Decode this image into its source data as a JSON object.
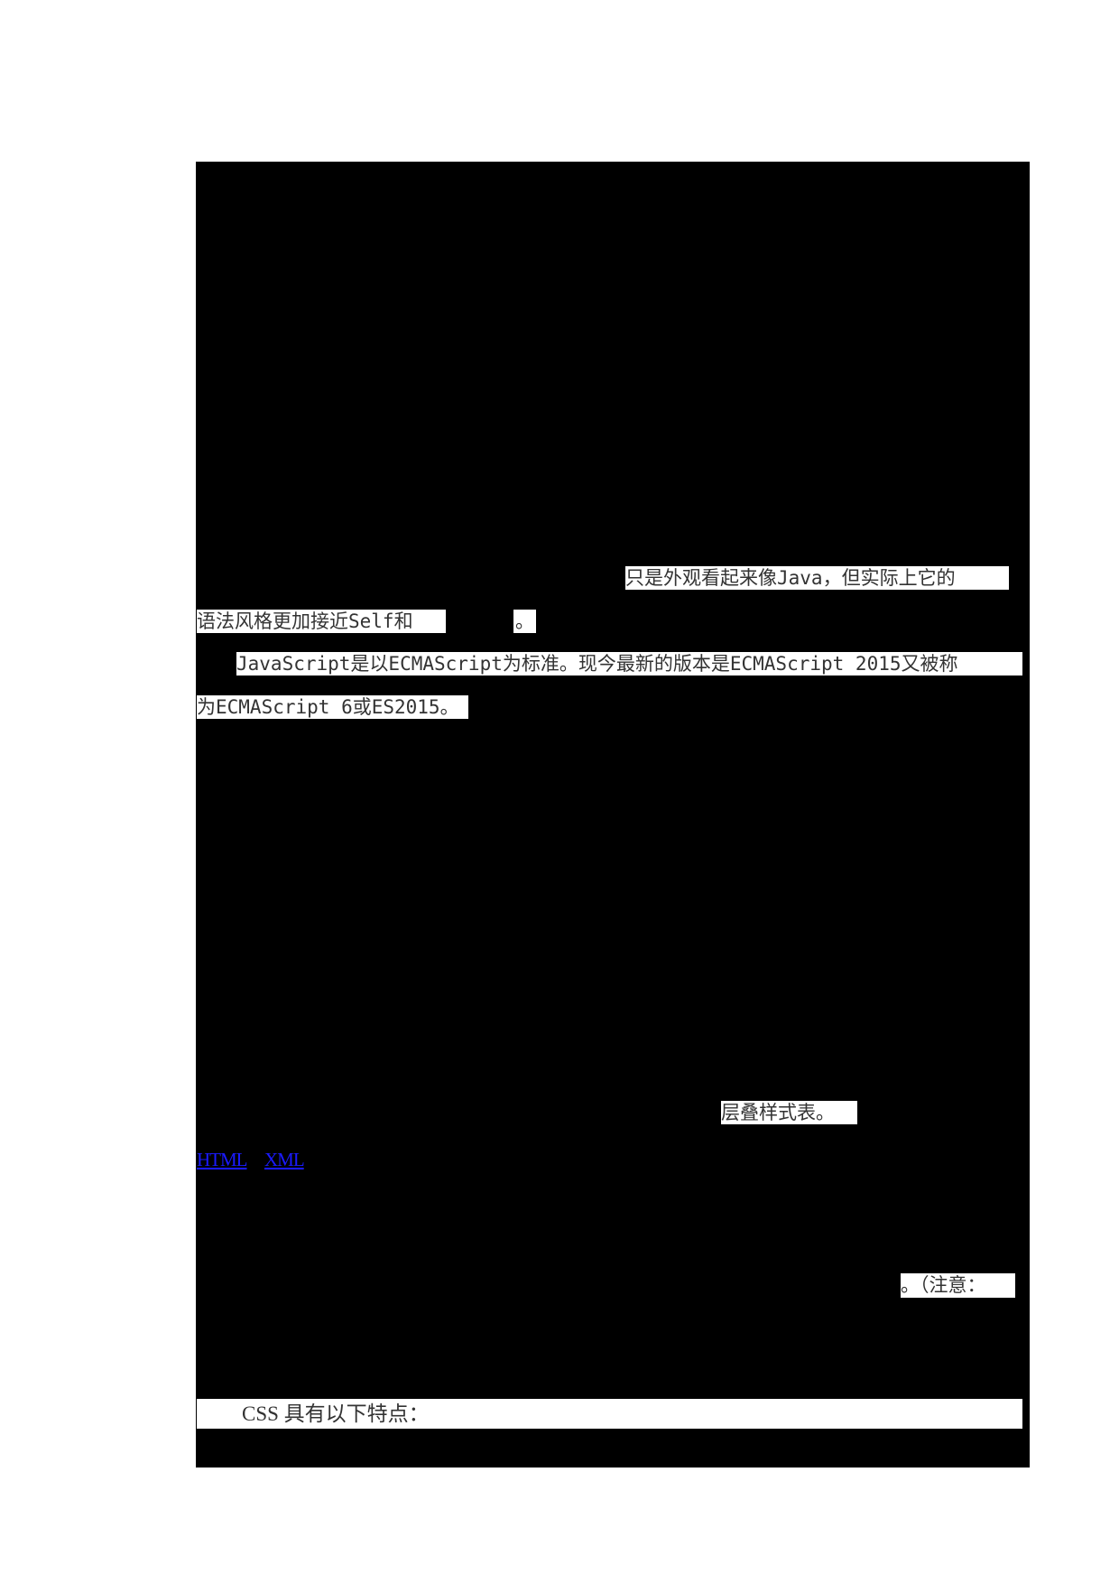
{
  "document": {
    "paragraphs": {
      "js_syntax": {
        "fragment_1": "只是外观看起来像Java，但实际上它的",
        "fragment_2": "语法风格更加接近Self和",
        "fragment_3": "。"
      },
      "js_standard": {
        "line_1": "JavaScript是以ECMAScript为标准。现今最新的版本是ECMAScript 2015又被称",
        "line_2": "为ECMAScript 6或ES2015。"
      },
      "css_intro": {
        "fragment_1": "层叠样式表。",
        "links": [
          {
            "label": "HTML"
          },
          {
            "label": "XML"
          }
        ],
        "fragment_2": "。（注意："
      },
      "css_features": {
        "heading": "CSS 具有以下特点："
      }
    }
  },
  "colors": {
    "redaction": "#000000",
    "text": "#333333",
    "link": "#1a1aff",
    "page": "#ffffff"
  }
}
